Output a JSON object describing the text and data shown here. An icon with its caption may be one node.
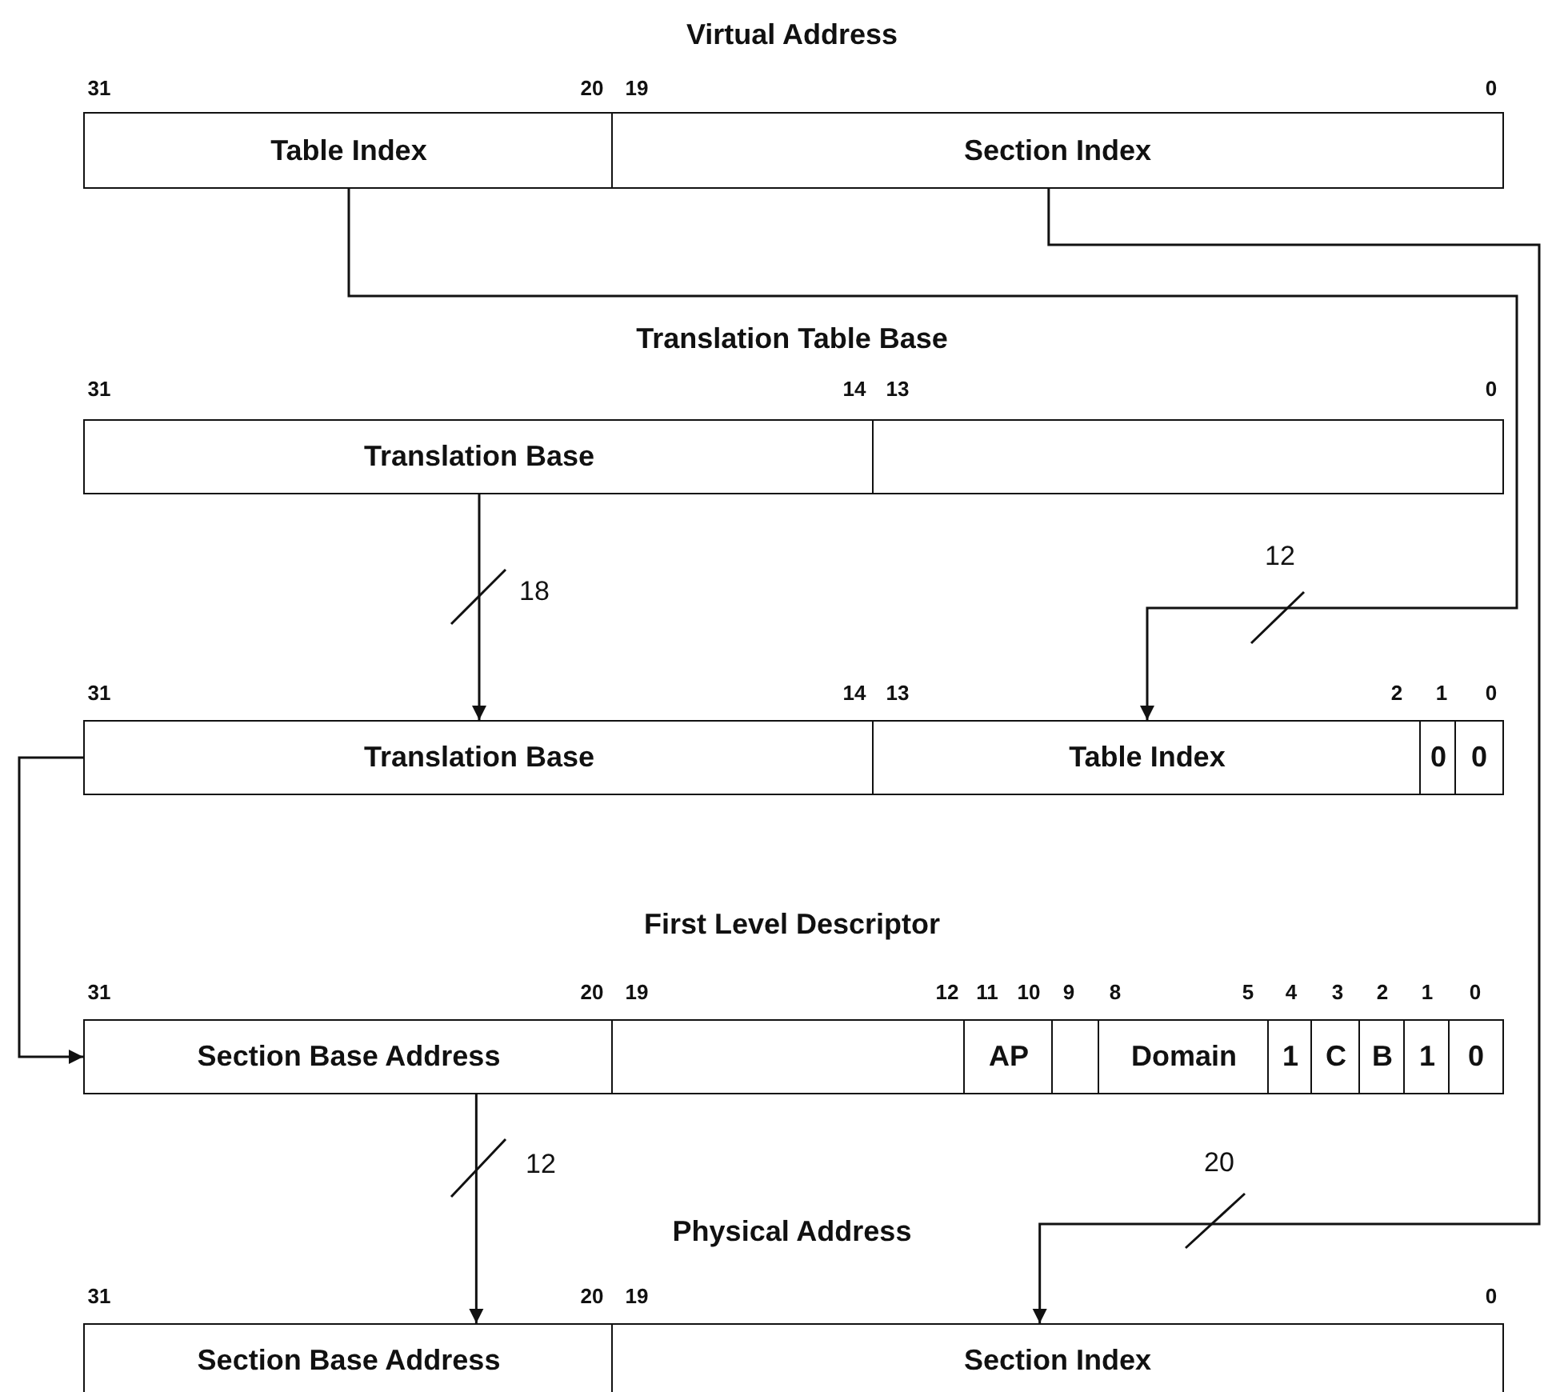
{
  "diagram": {
    "nodes": [
      {
        "text": [
          "Table Index"
        ]
      },
      {
        "text": [
          "Section Index"
        ]
      },
      {
        "text": [
          "Translation Base"
        ]
      },
      {
        "text": [],
        "shape": "box"
      },
      {
        "text": [
          "Translation Base"
        ]
      },
      {
        "text": [
          "Table Index"
        ]
      },
      {
        "text": [
          "0"
        ]
      },
      {
        "text": [
          "0"
        ]
      },
      {
        "text": [
          "Section Base Address"
        ]
      },
      {
        "text": [],
        "shape": "box"
      },
      {
        "text": [
          "AP"
        ]
      },
      {
        "text": [],
        "shape": "box"
      },
      {
        "text": [
          "Domain"
        ]
      },
      {
        "text": [
          "1"
        ]
      },
      {
        "text": [
          "C"
        ]
      },
      {
        "text": [
          "B"
        ]
      },
      {
        "text": [
          "1"
        ]
      },
      {
        "text": [
          "0"
        ]
      },
      {
        "text": [
          "Section Base Address"
        ]
      },
      {
        "text": [
          "Section Index"
        ]
      }
    ],
    "edges": [
      {
        "from": 0,
        "to": 5,
        "arrow": "to",
        "label": "12"
      },
      {
        "from": 1,
        "to": 19,
        "arrow": "to",
        "label": "20"
      },
      {
        "from": 2,
        "to": 4,
        "arrow": "to",
        "label": "18"
      },
      {
        "from": 4,
        "to": 8,
        "arrow": "to"
      },
      {
        "from": 8,
        "to": 18,
        "arrow": "to",
        "label": "12"
      }
    ],
    "labels": [
      "Virtual Address",
      "31",
      "20",
      "19",
      "0",
      "Translation Table Base",
      "31",
      "14",
      "13",
      "0",
      "31",
      "14",
      "13",
      "2",
      "1",
      "0",
      "First Level Descriptor",
      "31",
      "20",
      "19",
      "12",
      "11",
      "10",
      "9",
      "8",
      "5",
      "4",
      "3",
      "2",
      "1",
      "0",
      "Physical Address",
      "31",
      "20",
      "19",
      "0"
    ]
  }
}
